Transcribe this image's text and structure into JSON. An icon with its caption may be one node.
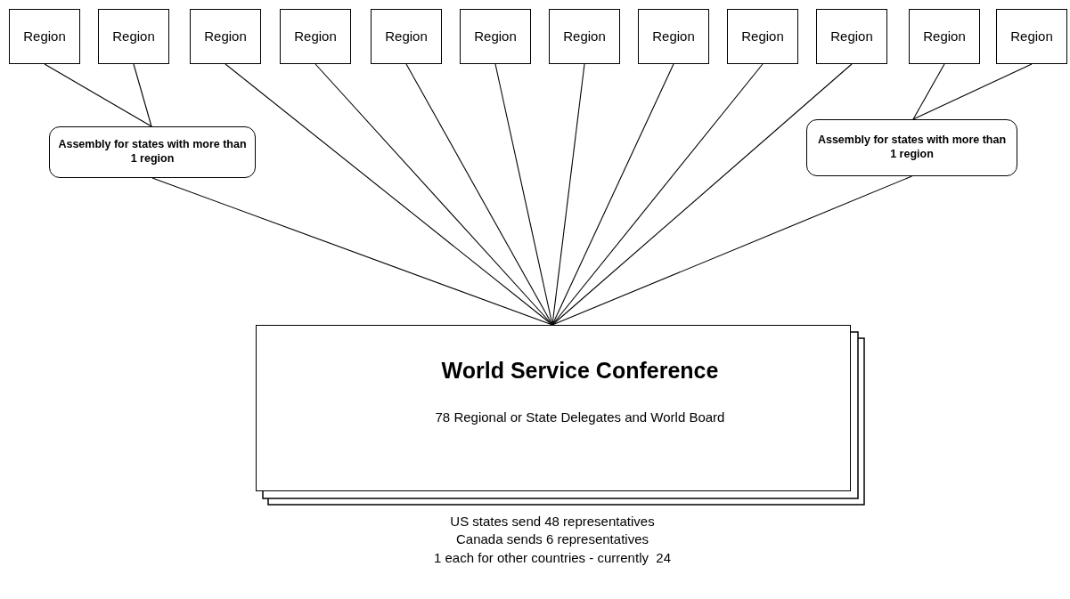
{
  "diagram": {
    "nodes": [
      {
        "text": [
          "Region"
        ]
      },
      {
        "text": [
          "Region"
        ]
      },
      {
        "text": [
          "Region"
        ]
      },
      {
        "text": [
          "Region"
        ]
      },
      {
        "text": [
          "Region"
        ]
      },
      {
        "text": [
          "Region"
        ]
      },
      {
        "text": [
          "Region"
        ]
      },
      {
        "text": [
          "Region"
        ]
      },
      {
        "text": [
          "Region"
        ]
      },
      {
        "text": [
          "Region"
        ]
      },
      {
        "text": [
          "Region"
        ]
      },
      {
        "text": [
          "Region"
        ]
      },
      {
        "text": [
          "Assembly for states with more than 1 region"
        ]
      },
      {
        "text": [
          "Assembly for states with more than 1 region"
        ]
      },
      {
        "text": [
          "World Service Conference",
          "78 Regional or State Delegates and World Board"
        ]
      }
    ],
    "edges": [
      {
        "from": 0,
        "to": 12,
        "arrow": "none"
      },
      {
        "from": 1,
        "to": 12,
        "arrow": "none"
      },
      {
        "from": 2,
        "to": 14,
        "arrow": "none"
      },
      {
        "from": 3,
        "to": 14,
        "arrow": "none"
      },
      {
        "from": 4,
        "to": 14,
        "arrow": "none"
      },
      {
        "from": 5,
        "to": 14,
        "arrow": "none"
      },
      {
        "from": 6,
        "to": 14,
        "arrow": "none"
      },
      {
        "from": 7,
        "to": 14,
        "arrow": "none"
      },
      {
        "from": 8,
        "to": 14,
        "arrow": "none"
      },
      {
        "from": 9,
        "to": 14,
        "arrow": "none"
      },
      {
        "from": 10,
        "to": 13,
        "arrow": "none"
      },
      {
        "from": 11,
        "to": 13,
        "arrow": "none"
      },
      {
        "from": 12,
        "to": 14,
        "arrow": "none"
      },
      {
        "from": 13,
        "to": 14,
        "arrow": "none"
      }
    ],
    "labels": [
      "US states send 48 representatives",
      "Canada sends 6 representatives",
      "1 each for other countries - currently  24"
    ]
  }
}
